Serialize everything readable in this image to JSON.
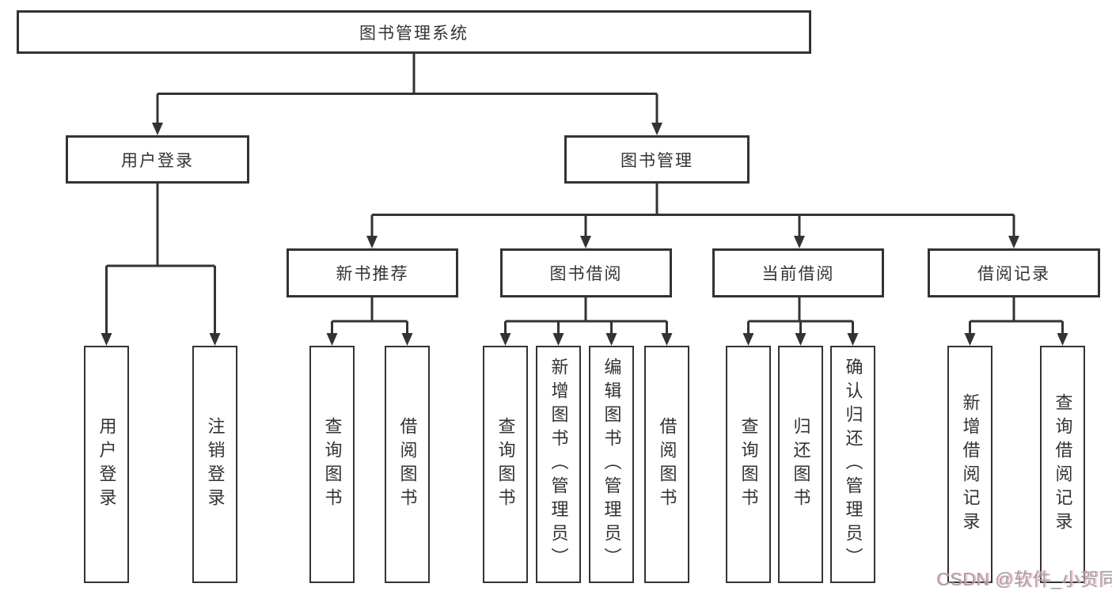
{
  "diagram": {
    "colors": {
      "line": "#333333",
      "background": "#ffffff",
      "watermark_gray": "#9e9e9e",
      "watermark_pink": "#f4a4b4"
    }
  },
  "tree": {
    "root": {
      "label": "图书管理系统",
      "children": [
        {
          "label": "用户登录",
          "children": [
            {
              "label": "用户登录"
            },
            {
              "label": "注销登录"
            }
          ]
        },
        {
          "label": "图书管理",
          "children": [
            {
              "label": "新书推荐",
              "children": [
                {
                  "label": "查询图书"
                },
                {
                  "label": "借阅图书"
                }
              ]
            },
            {
              "label": "图书借阅",
              "children": [
                {
                  "label": "查询图书"
                },
                {
                  "label": "新增图书（管理员）"
                },
                {
                  "label": "编辑图书（管理员）"
                },
                {
                  "label": "借阅图书"
                }
              ]
            },
            {
              "label": "当前借阅",
              "children": [
                {
                  "label": "查询图书"
                },
                {
                  "label": "归还图书"
                },
                {
                  "label": "确认归还（管理员）"
                }
              ]
            },
            {
              "label": "借阅记录",
              "children": [
                {
                  "label": "新增借阅记录"
                },
                {
                  "label": "查询借阅记录"
                }
              ]
            }
          ]
        }
      ]
    }
  },
  "watermark": {
    "text": "CSDN @软件_小贺同学"
  }
}
